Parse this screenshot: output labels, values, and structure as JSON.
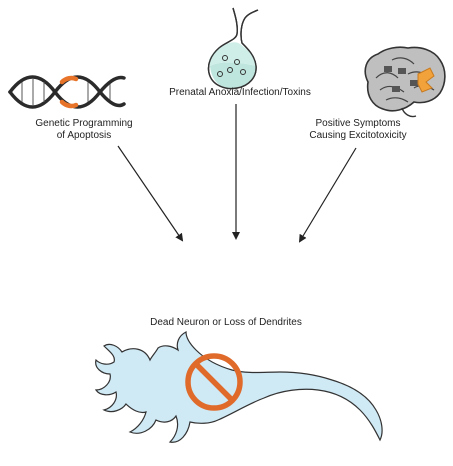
{
  "labels": {
    "cause_left_line1": "Genetic Programming",
    "cause_left_line2": "of Apoptosis",
    "cause_center": "Prenatal Anoxia/Infection/Toxins",
    "cause_right_line1": "Positive Symptoms",
    "cause_right_line2": "Causing Excitotoxicity",
    "outcome": "Dead Neuron or Loss of Dendrites"
  },
  "icons": {
    "left": "dna-double-helix-icon",
    "center": "flask-icon",
    "right": "brain-icon",
    "bottom": "neuron-with-prohibition-sign-icon"
  },
  "colors": {
    "dna_strand": "#2b2b2b",
    "dna_highlight": "#e8742a",
    "flask_liquid": "#bfe6de",
    "brain_fill": "#bfbfbf",
    "brain_highlight": "#f2a23a",
    "neuron_fill": "#cfe9f5",
    "prohibition": "#e06a2a",
    "arrow": "#222222"
  }
}
